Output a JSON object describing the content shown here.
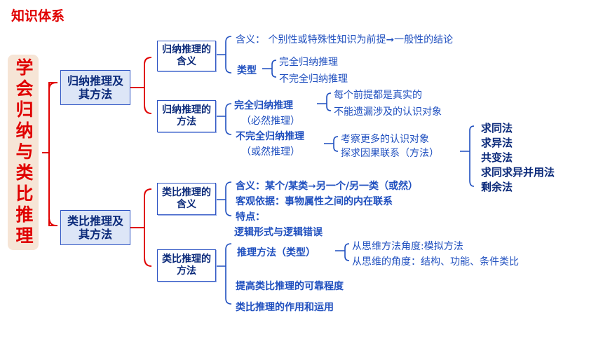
{
  "header": {
    "title": "知识体系"
  },
  "root": {
    "label": "学会归纳与类比推理"
  },
  "induction": {
    "label": "归纳推理及其方法",
    "meaning": {
      "label": "归纳推理的含义",
      "definition": "含义： 个别性或特殊性知识为前提➞一般性的结论",
      "types_label": "类型",
      "types": [
        "完全归纳推理",
        "不完全归纳推理"
      ]
    },
    "method": {
      "label": "归纳推理的方法",
      "complete": "完全归纳推理",
      "complete_note": "（必然推理）",
      "complete_points": [
        "每个前提都是真实的",
        "不能遗漏涉及的认识对象"
      ],
      "incomplete": "不完全归纳推理",
      "incomplete_note": "（或然推理）",
      "incomplete_points": [
        "考察更多的认识对象",
        "探求因果联系（方法）"
      ],
      "causal_methods": [
        "求同法",
        "求异法",
        "共变法",
        "求同求异并用法",
        "剩余法"
      ]
    }
  },
  "analogy": {
    "label": "类比推理及其方法",
    "meaning": {
      "label": "类比推理的含义",
      "definition": "含义：某个/某类➞另一个/另一类（或然）",
      "basis": "客观依据：事物属性之间的内在联系",
      "features": "特点：",
      "logic": "逻辑形式与逻辑错误"
    },
    "method": {
      "label": "类比推理的方法",
      "types_label": "推理方法（类型）",
      "angles": [
        "从思维方法角度:模拟方法",
        "从思维的角度：结构、功能、条件类比"
      ],
      "improve": "提高类比推理的可靠程度",
      "role": "类比推理的作用和运用"
    }
  }
}
